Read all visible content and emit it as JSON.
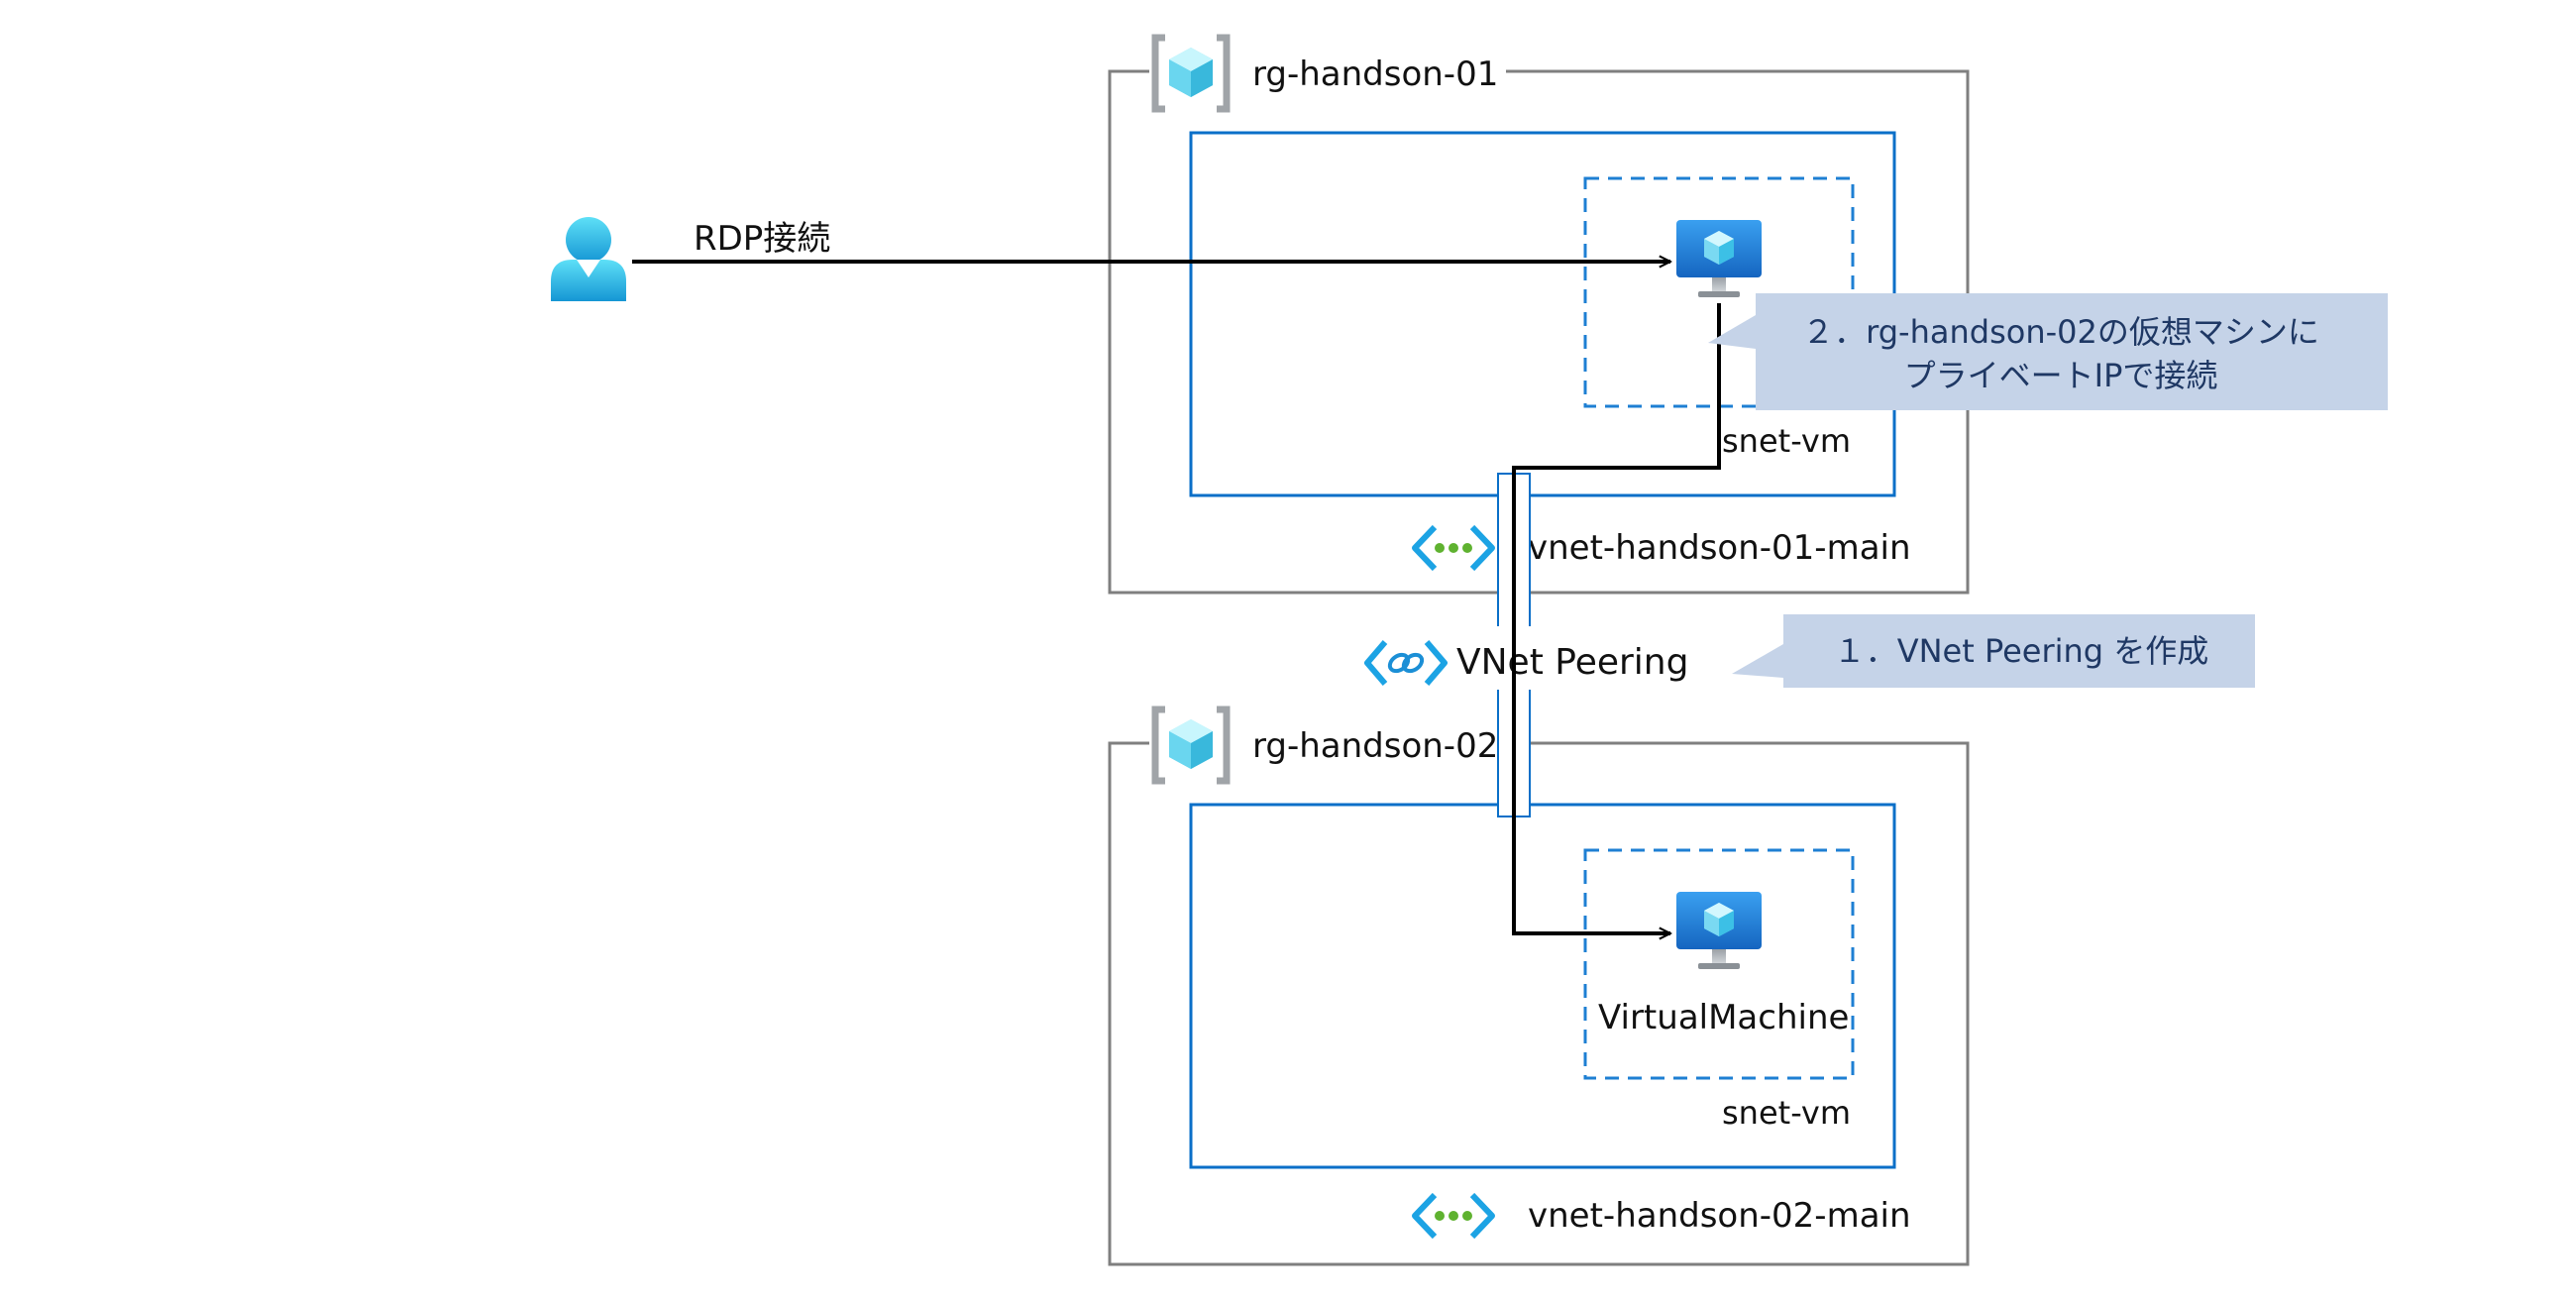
{
  "user": {
    "connection_label": "RDP接続"
  },
  "resource_groups": [
    {
      "name": "rg-handson-01",
      "vnet": "vnet-handson-01-main",
      "subnet": "snet-vm"
    },
    {
      "name": "rg-handson-02",
      "vnet": "vnet-handson-02-main",
      "subnet": "snet-vm",
      "vm_name": "VirtualMachine"
    }
  ],
  "peering": {
    "label": "VNet Peering"
  },
  "callouts": {
    "step1": "１．VNet Peering を作成",
    "step2": {
      "line1": "２．rg-handson-02の仮想マシンに",
      "line2": "プライベートIPで接続"
    }
  },
  "colors": {
    "rg_border": "#7f7f7f",
    "vnet_border": "#0a6fc8",
    "subnet_border": "#1e7fd3",
    "callout_bg": "#c5d3e8",
    "callout_text": "#1f3864",
    "connector": "#000000",
    "icon_blue": "#1ca3e4"
  },
  "icons": [
    "user-icon",
    "resource-group-icon",
    "vnet-icon",
    "virtual-machine-icon",
    "vnet-peering-icon"
  ]
}
